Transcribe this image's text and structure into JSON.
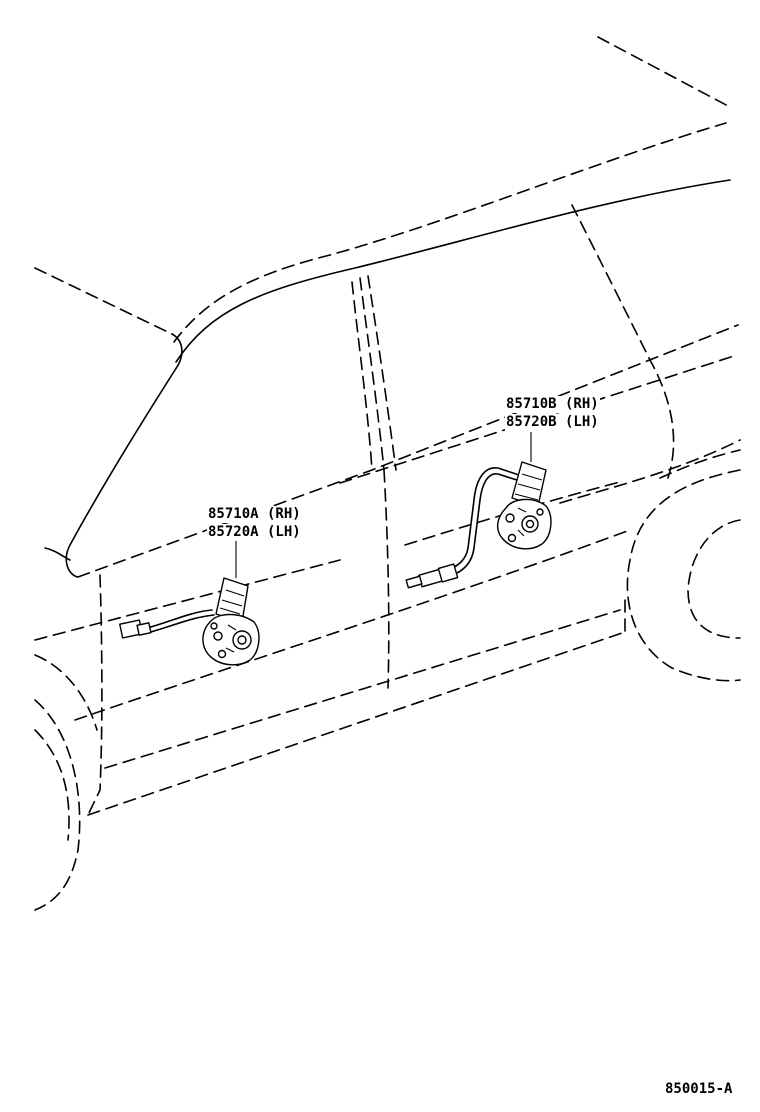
{
  "callouts": {
    "front": {
      "line1": "85710A (RH)",
      "line2": "85720A (LH)"
    },
    "rear": {
      "line1": "85710B (RH)",
      "line2": "85720B (LH)"
    }
  },
  "diagram_code": "850015-A"
}
